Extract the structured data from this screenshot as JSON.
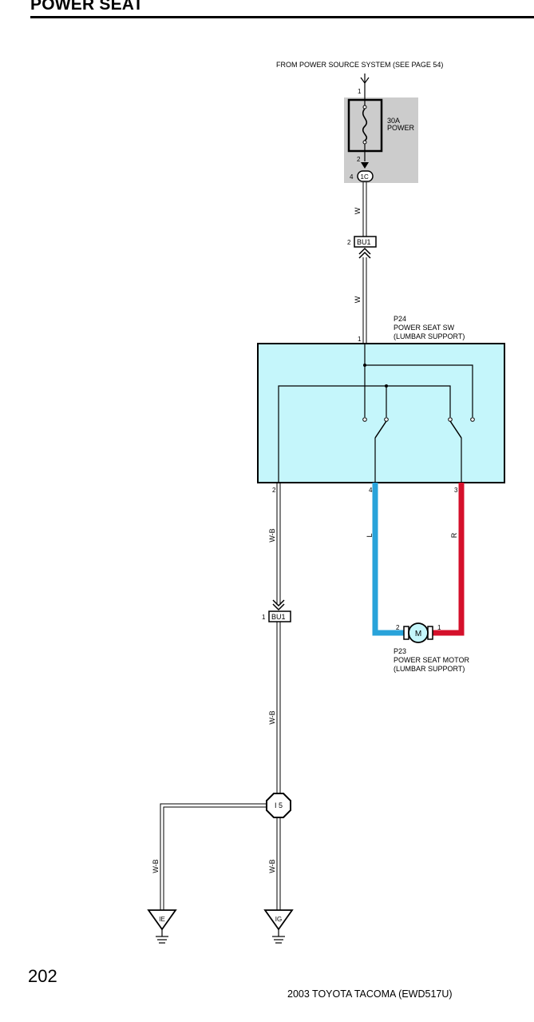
{
  "header": {
    "title": "POWER SEAT"
  },
  "footer": {
    "page_number": "202",
    "vehicle": "2003 TOYOTA TACOMA (EWD517U)"
  },
  "source": {
    "text": "FROM POWER SOURCE SYSTEM (SEE PAGE 54)",
    "pin": "1"
  },
  "fuse": {
    "rating": "30A",
    "name": "POWER",
    "pin_out": "2"
  },
  "connector_1c": {
    "label": "1C",
    "pin": "4"
  },
  "connector_bu1_top": {
    "label": "BU1",
    "pin": "2"
  },
  "connector_bu1_bottom": {
    "label": "BU1",
    "pin": "1"
  },
  "switch": {
    "code": "P24",
    "name": "POWER SEAT SW",
    "sub": "(LUMBAR SUPPORT)",
    "pin_in": "1",
    "pin_a": "2",
    "pin_b": "4",
    "pin_c": "3"
  },
  "motor": {
    "code": "P23",
    "name": "POWER SEAT MOTOR",
    "sub": "(LUMBAR SUPPORT)",
    "symbol": "M",
    "pin_left": "2",
    "pin_right": "1"
  },
  "junction": {
    "label": "I 5"
  },
  "wires": {
    "w1": "W",
    "w2": "W",
    "wb1": "W-B",
    "wb2": "W-B",
    "wb3": "W-B",
    "wb4": "W-B",
    "l": "L",
    "r": "R"
  },
  "grounds": {
    "left": "IE",
    "right": "IG"
  },
  "colors": {
    "switch_fill": "#c5f6fb",
    "fuse_box": "#cccccc",
    "wire_blue": "#29a3da",
    "wire_red": "#d5102b",
    "motor_fill": "#c5f6fb"
  }
}
